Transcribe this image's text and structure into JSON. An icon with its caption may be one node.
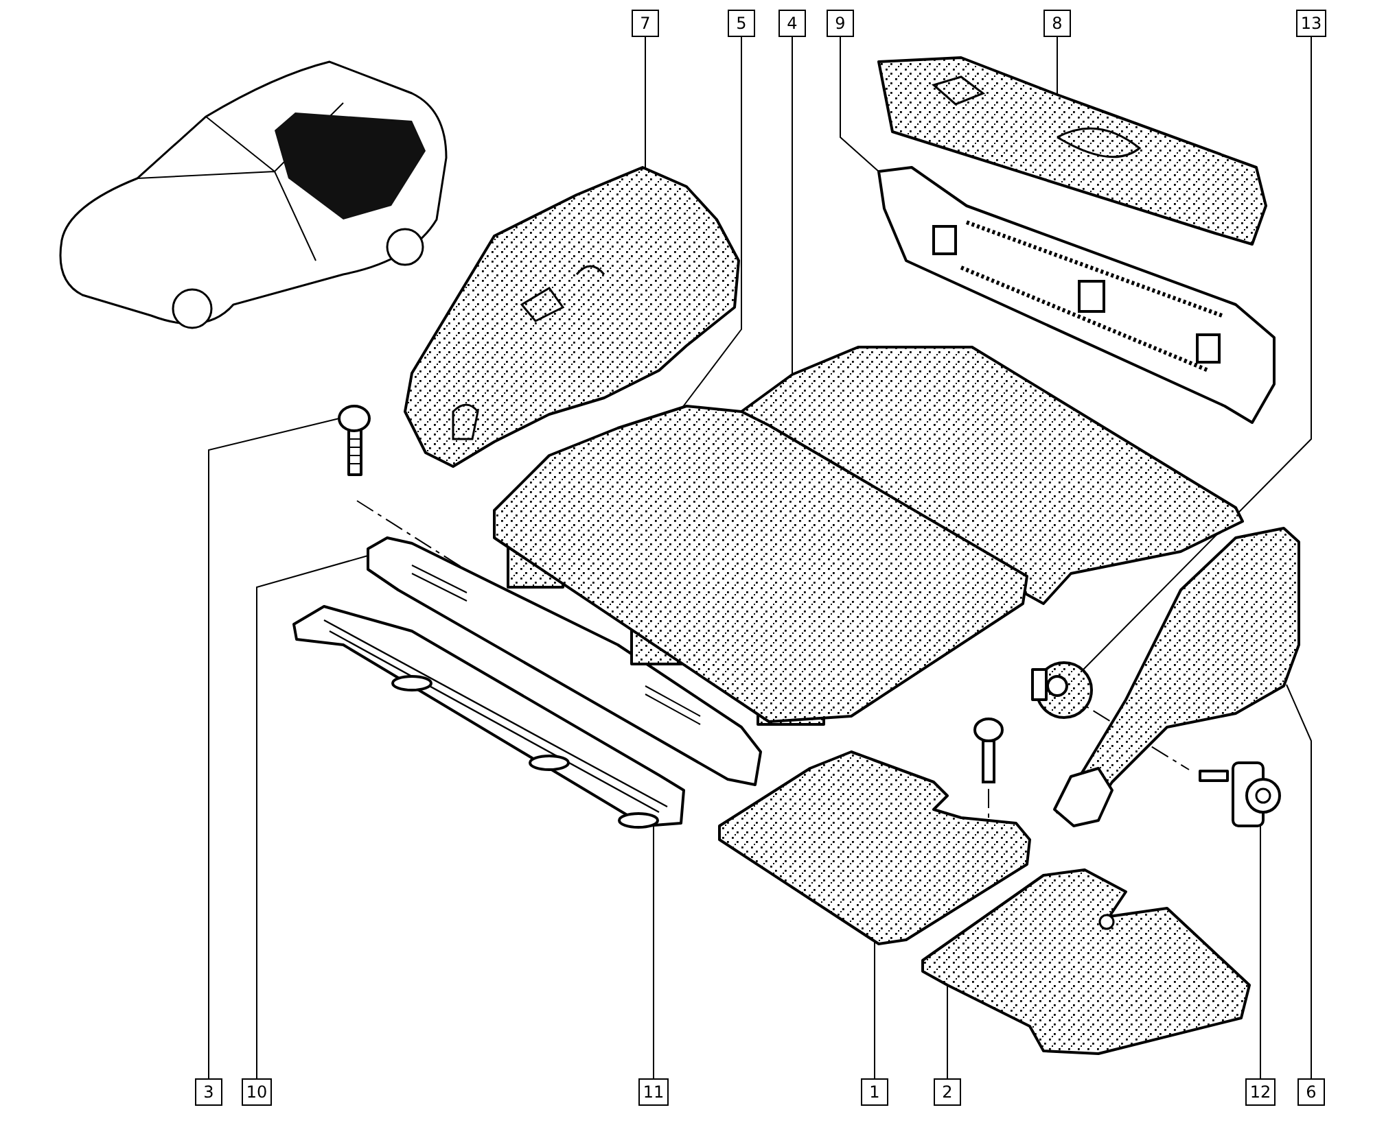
{
  "diagram": {
    "nodes": [
      {
        "text": [
          "7"
        ]
      },
      {
        "text": [
          "5"
        ]
      },
      {
        "text": [
          "4"
        ]
      },
      {
        "text": [
          "9"
        ]
      },
      {
        "text": [
          "8"
        ]
      },
      {
        "text": [
          "13"
        ]
      },
      {
        "text": [
          "3"
        ]
      },
      {
        "text": [
          "10"
        ]
      },
      {
        "text": [
          "11"
        ]
      },
      {
        "text": [
          "1"
        ]
      },
      {
        "text": [
          "2"
        ]
      },
      {
        "text": [
          "12"
        ]
      },
      {
        "text": [
          "6"
        ]
      },
      {
        "text": [],
        "shape": "picture"
      },
      {
        "text": [],
        "shape": "picture"
      },
      {
        "text": [],
        "shape": "picture"
      },
      {
        "text": [],
        "shape": "picture"
      },
      {
        "text": [],
        "shape": "picture"
      },
      {
        "text": [],
        "shape": "picture"
      },
      {
        "text": [],
        "shape": "picture"
      },
      {
        "text": [],
        "shape": "picture"
      },
      {
        "text": [],
        "shape": "picture"
      },
      {
        "text": [],
        "shape": "picture"
      },
      {
        "text": [],
        "shape": "picture"
      },
      {
        "text": [],
        "shape": "picture"
      },
      {
        "text": [],
        "shape": "picture"
      }
    ],
    "edges": [
      {
        "from": 0,
        "to": 13,
        "arrow": "none"
      },
      {
        "from": 1,
        "to": 14,
        "arrow": "none"
      },
      {
        "from": 2,
        "to": 15,
        "arrow": "none"
      },
      {
        "from": 3,
        "to": 16,
        "arrow": "none"
      },
      {
        "from": 4,
        "to": 17,
        "arrow": "none"
      },
      {
        "from": 5,
        "to": 18,
        "arrow": "none"
      },
      {
        "from": 6,
        "to": 19,
        "arrow": "none"
      },
      {
        "from": 7,
        "to": 20,
        "arrow": "none"
      },
      {
        "from": 8,
        "to": 21,
        "arrow": "none"
      },
      {
        "from": 9,
        "to": 22,
        "arrow": "none"
      },
      {
        "from": 10,
        "to": 23,
        "arrow": "none"
      },
      {
        "from": 11,
        "to": 24,
        "arrow": "none"
      },
      {
        "from": 12,
        "to": 25,
        "arrow": "none"
      }
    ]
  }
}
